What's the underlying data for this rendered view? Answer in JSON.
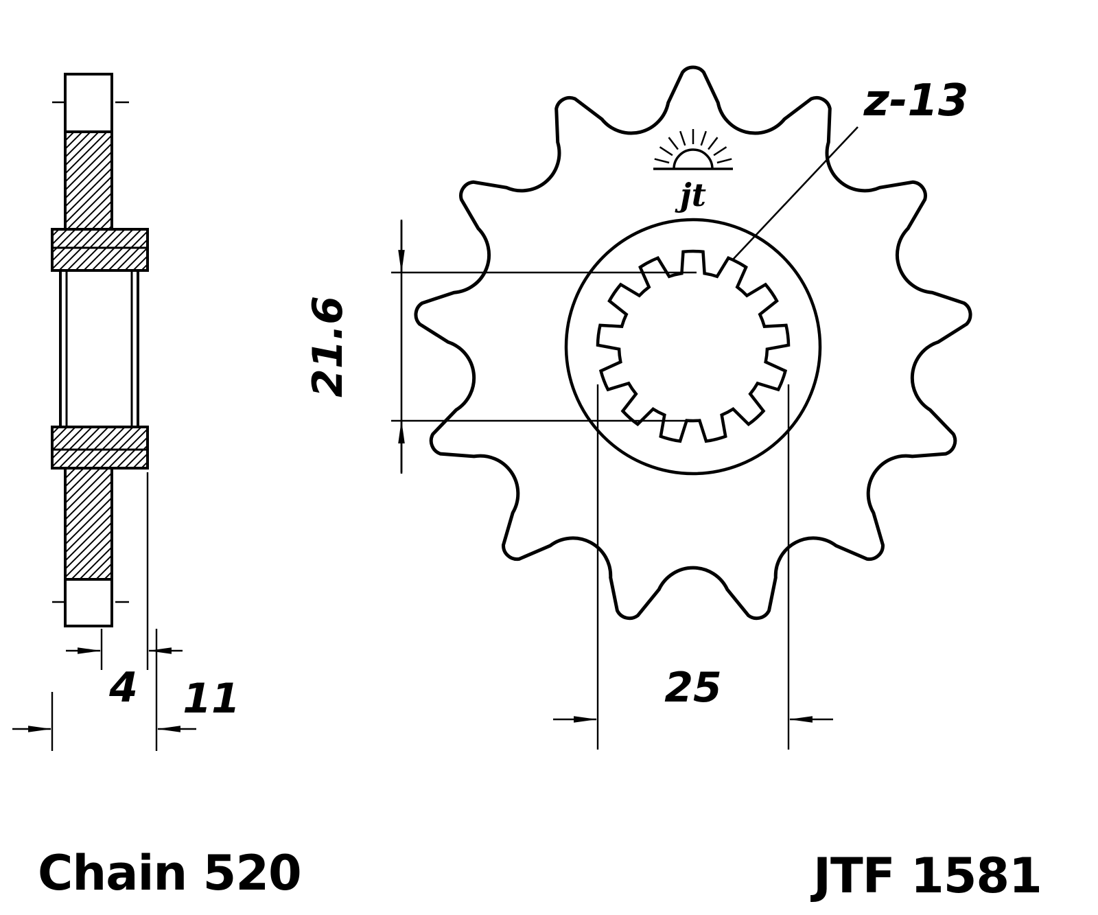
{
  "drawing": {
    "chain_label": "Chain 520",
    "part_number": "JTF 1581",
    "logo_text": "jt",
    "dims": {
      "bore_minor_dia": "21.6",
      "bore_major_dia": "25",
      "hub_offset": "4",
      "overall_width": "11",
      "teeth_label": "z-13"
    }
  }
}
